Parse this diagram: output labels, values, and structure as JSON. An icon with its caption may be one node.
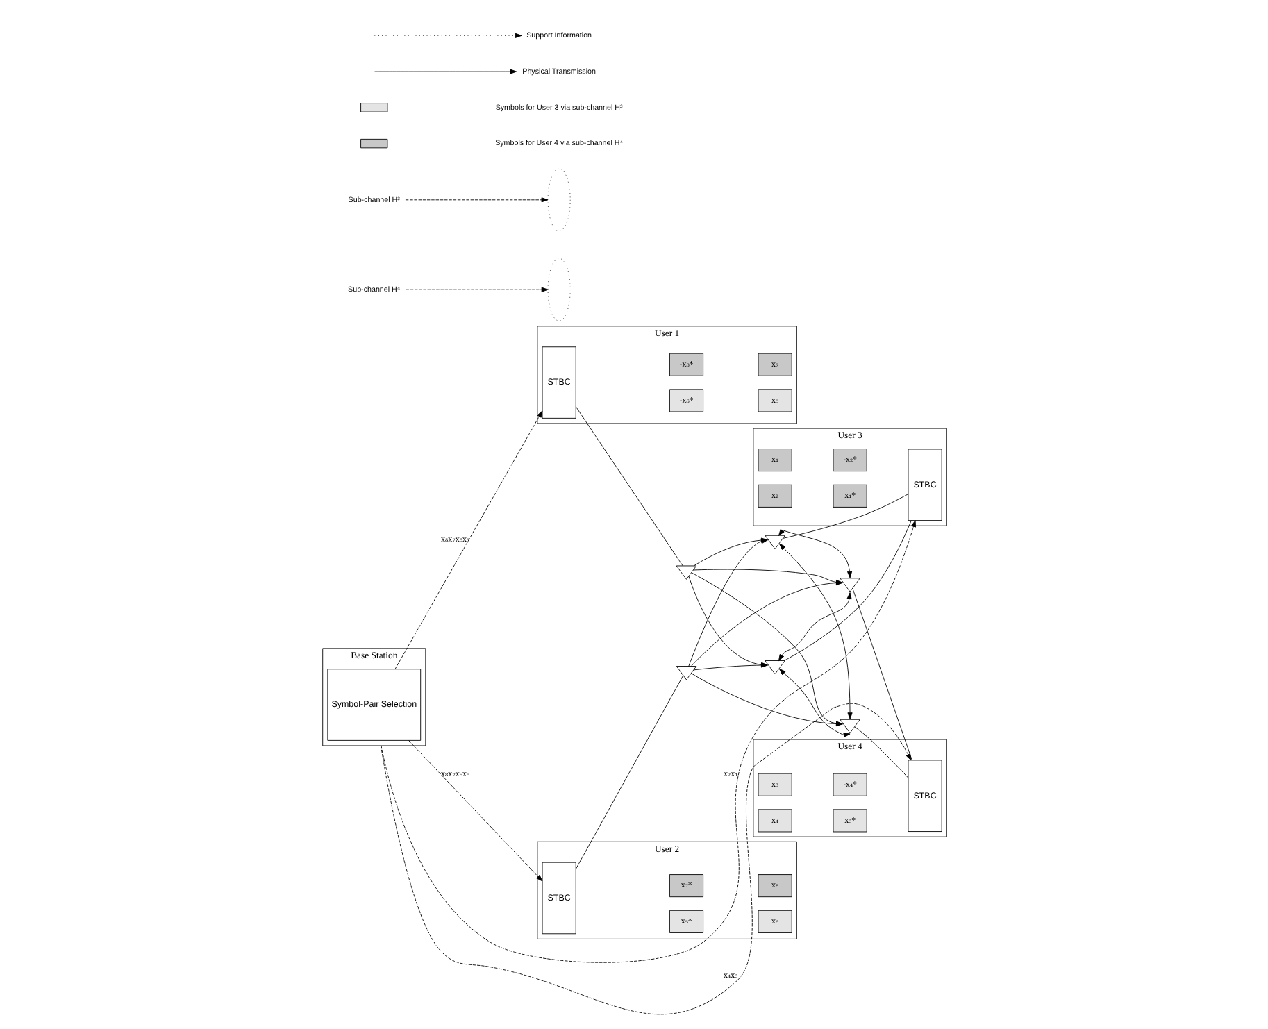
{
  "diagram": {
    "nodes": [
      {
        "text": [
          "Base Station"
        ]
      },
      {
        "text": [
          "Symbol-Pair Selection"
        ],
        "in": 0
      },
      {
        "text": [
          "User 1"
        ]
      },
      {
        "text": [
          "STBC"
        ],
        "in": 2
      },
      {
        "text": [
          "-x₆*"
        ],
        "in": 2
      },
      {
        "text": [
          "x₅"
        ],
        "in": 2
      },
      {
        "text": [
          "-x₈*"
        ],
        "in": 2
      },
      {
        "text": [
          "x₇"
        ],
        "in": 2
      },
      {
        "text": [],
        "shape": "triangle"
      },
      {
        "text": [
          "User 2"
        ]
      },
      {
        "text": [
          "STBC"
        ],
        "in": 9
      },
      {
        "text": [
          "x₅*"
        ],
        "in": 9
      },
      {
        "text": [
          "x₆"
        ],
        "in": 9
      },
      {
        "text": [
          "x₇*"
        ],
        "in": 9
      },
      {
        "text": [
          "x₈"
        ],
        "in": 9
      },
      {
        "text": [],
        "shape": "triangle"
      },
      {
        "text": [
          "User 3"
        ]
      },
      {
        "text": [
          "STBC"
        ],
        "in": 16
      },
      {
        "text": [
          "x₁"
        ],
        "in": 16
      },
      {
        "text": [
          "-x₂*"
        ],
        "in": 16
      },
      {
        "text": [
          "x₂"
        ],
        "in": 16
      },
      {
        "text": [
          "x₁*"
        ],
        "in": 16
      },
      {
        "text": [],
        "shape": "triangle"
      },
      {
        "text": [],
        "shape": "triangle"
      },
      {
        "text": [
          "User 4"
        ]
      },
      {
        "text": [
          "STBC"
        ],
        "in": 24
      },
      {
        "text": [
          "x₃"
        ],
        "in": 24
      },
      {
        "text": [
          "-x₄*"
        ],
        "in": 24
      },
      {
        "text": [
          "x₄"
        ],
        "in": 24
      },
      {
        "text": [
          "x₃*"
        ],
        "in": 24
      },
      {
        "text": [],
        "shape": "triangle"
      },
      {
        "text": [],
        "shape": "triangle"
      },
      {
        "text": [
          "Sub-channel H³"
        ]
      },
      {
        "text": [],
        "shape": "ellipse"
      },
      {
        "text": [
          "Sub-channel H⁴"
        ]
      },
      {
        "text": [],
        "shape": "ellipse"
      }
    ],
    "edges": [
      {
        "from": 1,
        "to": 3,
        "arrow": "to",
        "label": "x₈x₇x₆x₅",
        "style": "dashed"
      },
      {
        "from": 1,
        "to": 10,
        "arrow": "to",
        "label": "x₈x₇x₆x₅",
        "style": "dashed"
      },
      {
        "from": 0,
        "to": 17,
        "arrow": "to",
        "label": "x₂x₁",
        "style": "dashed"
      },
      {
        "from": 0,
        "to": 25,
        "arrow": "to",
        "label": "x₄x₃",
        "style": "dashed"
      },
      {
        "from": 3,
        "to": 8,
        "arrow": "none"
      },
      {
        "from": 10,
        "to": 15,
        "arrow": "none"
      },
      {
        "from": 22,
        "to": 17,
        "arrow": "none"
      },
      {
        "from": 23,
        "to": 17,
        "arrow": "none"
      },
      {
        "from": 30,
        "to": 25,
        "arrow": "none"
      },
      {
        "from": 31,
        "to": 25,
        "arrow": "none"
      },
      {
        "from": 8,
        "to": 22,
        "arrow": "to"
      },
      {
        "from": 8,
        "to": 23,
        "arrow": "to"
      },
      {
        "from": 8,
        "to": 30,
        "arrow": "to"
      },
      {
        "from": 8,
        "to": 31,
        "arrow": "to"
      },
      {
        "from": 15,
        "to": 22,
        "arrow": "to"
      },
      {
        "from": 15,
        "to": 23,
        "arrow": "to"
      },
      {
        "from": 15,
        "to": 30,
        "arrow": "to"
      },
      {
        "from": 15,
        "to": 31,
        "arrow": "to"
      },
      {
        "from": 22,
        "to": 31,
        "arrow": "both"
      },
      {
        "from": 22,
        "to": 30,
        "arrow": "both"
      },
      {
        "from": 23,
        "to": 31,
        "arrow": "both"
      },
      {
        "from": 23,
        "to": 30,
        "arrow": "both"
      },
      {
        "from": 32,
        "to": 33,
        "arrow": "to",
        "style": "dashed"
      },
      {
        "from": 34,
        "to": 35,
        "arrow": "to",
        "style": "dashed"
      }
    ],
    "legend": [
      {
        "text": "Support Information"
      },
      {
        "text": "Physical Transmission"
      },
      {
        "text": "Symbols for User 3 via sub-channel H³",
        "color": "#e4e4e4"
      },
      {
        "text": "Symbols for User 4 via sub-channel H⁴"
      }
    ]
  }
}
